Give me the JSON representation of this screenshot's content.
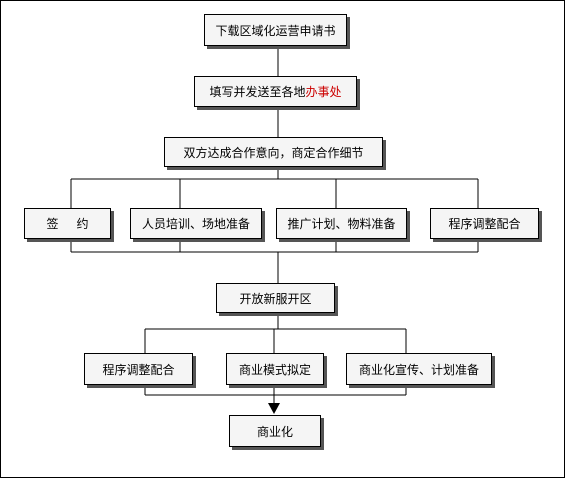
{
  "diagram": {
    "steps": {
      "download": "下载区域化运营申请书",
      "fill_send": "填写并发送至各地",
      "fill_send_highlight": "办事处",
      "intent": "双方达成合作意向，商定合作细节",
      "sign": "签约",
      "staff_training": "人员培训、场地准备",
      "promotion_prep": "推广计划、物料准备",
      "program_adjust_1": "程序调整配合",
      "open_server": "开放新服开区",
      "program_adjust_2": "程序调整配合",
      "business_model": "商业模式拟定",
      "commercial_prep": "商业化宣传、计划准备",
      "commercialize": "商业化"
    },
    "colors": {
      "box_fill": "#f5f5f5",
      "box_border": "#000000",
      "shadow": "#555555",
      "highlight": "#cc0000"
    }
  }
}
